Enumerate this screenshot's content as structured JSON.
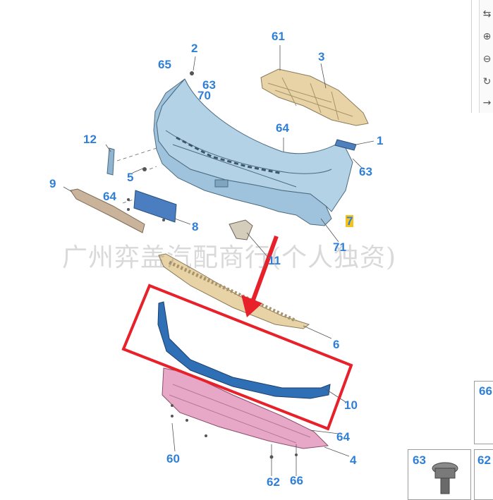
{
  "diagram": {
    "callouts": {
      "c1": "1",
      "c2": "2",
      "c3": "3",
      "c4": "4",
      "c5": "5",
      "c6": "6",
      "c7": "7",
      "c8": "8",
      "c9": "9",
      "c10": "10",
      "c11": "11",
      "c12": "12",
      "c60": "60",
      "c61": "61",
      "c62": "62",
      "c63a": "63",
      "c63b": "63",
      "c64a": "64",
      "c64b": "64",
      "c64c": "64",
      "c65": "65",
      "c66": "66",
      "c70": "70",
      "c71": "71"
    },
    "watermark": "广州弈盖汽配商行(个人独资)",
    "colors": {
      "callout": "#2f7fd6",
      "highlight": "#f7c21a",
      "arrow": "#e8202a",
      "frame": "#e8202a",
      "bumper": "#9fc3dc",
      "bracket": "#e8d3a6",
      "lip": "#2f6fb5",
      "skid_plate": "#e7a8c8"
    }
  },
  "side_panel": {
    "thumb_a": "66",
    "thumb_b": "63",
    "thumb_c": "62"
  },
  "toolbar": {
    "icons": [
      "swap-icon",
      "zoom-in-icon",
      "zoom-out-icon",
      "rotate-icon",
      "arrow-right-icon"
    ]
  }
}
